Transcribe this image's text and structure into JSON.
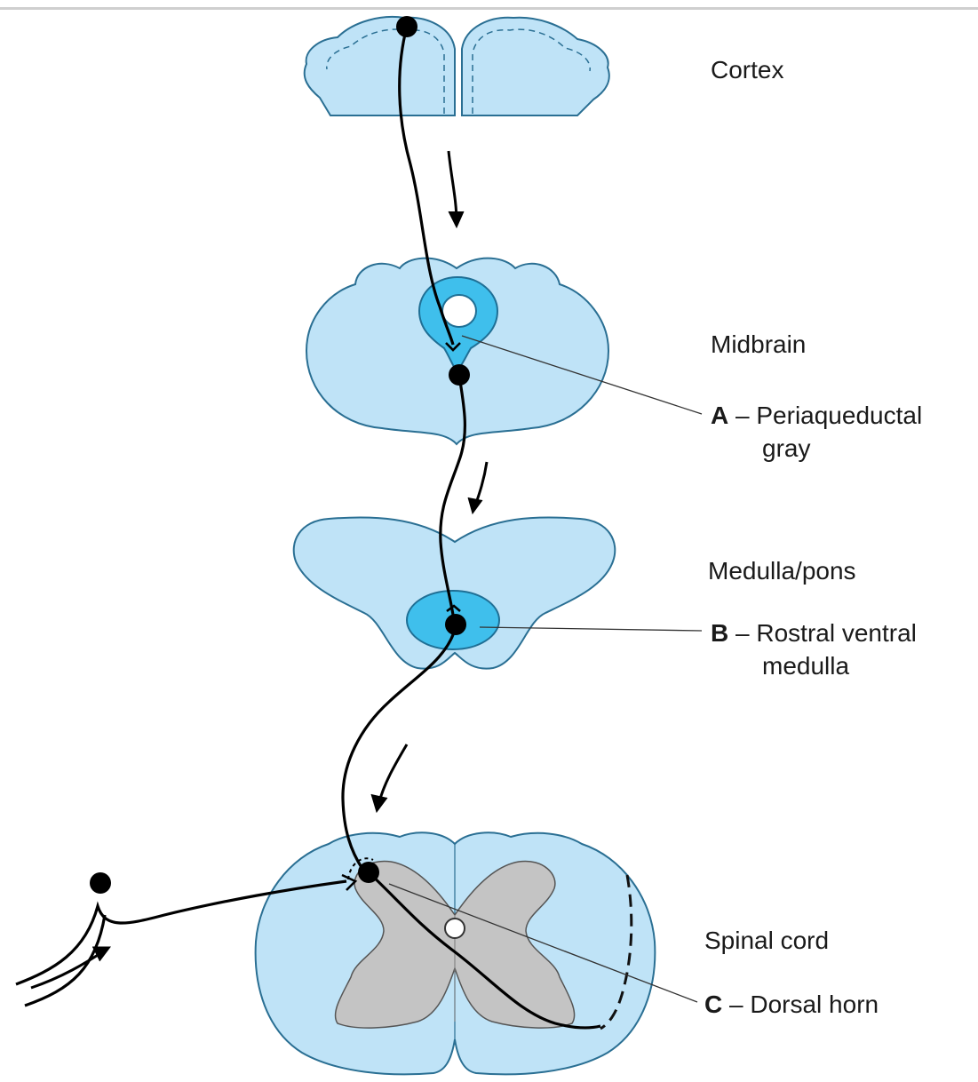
{
  "levels": {
    "cortex": "Cortex",
    "midbrain": "Midbrain",
    "medulla": "Medulla/pons",
    "spinal": "Spinal cord"
  },
  "callouts": {
    "a_letter": "A",
    "a_line1": " – Periaqueductal",
    "a_line2": "gray",
    "b_letter": "B",
    "b_line1": " – Rostral ventral",
    "b_line2": "medulla",
    "c_letter": "C",
    "c_line1": " – Dorsal horn"
  },
  "colors": {
    "tissue_fill": "#bfe3f7",
    "tissue_stroke": "#2a6f93",
    "nucleus_fill": "#3fbfec",
    "gray_matter": "#c4c4c4",
    "pathway": "#000000"
  }
}
